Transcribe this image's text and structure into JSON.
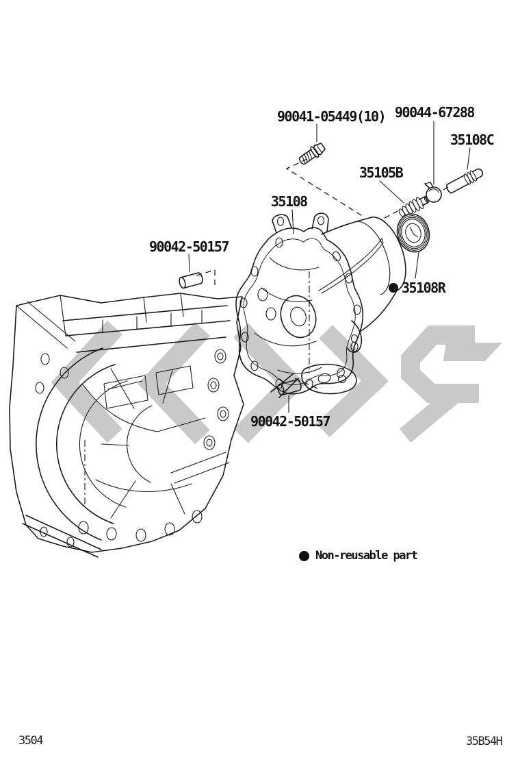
{
  "page": {
    "background": "#ffffff",
    "ink_color": "#1a1a1a",
    "watermark_color": "#c9c9c9"
  },
  "part_labels": {
    "bolt": "90041-05449(10)",
    "clamp": "90044-67288",
    "sensor": "35108C",
    "speedometer_gear": "35105B",
    "extension_housing": "35108",
    "dowel_pin_upper": "90042-50157",
    "oil_seal": "35108R",
    "dowel_pin_lower": "90042-50157"
  },
  "legend": {
    "marker_icon": "filled-circle",
    "text": "Non-reusable part"
  },
  "footer": {
    "section_code": "3504",
    "figure_code": "35B54H"
  }
}
